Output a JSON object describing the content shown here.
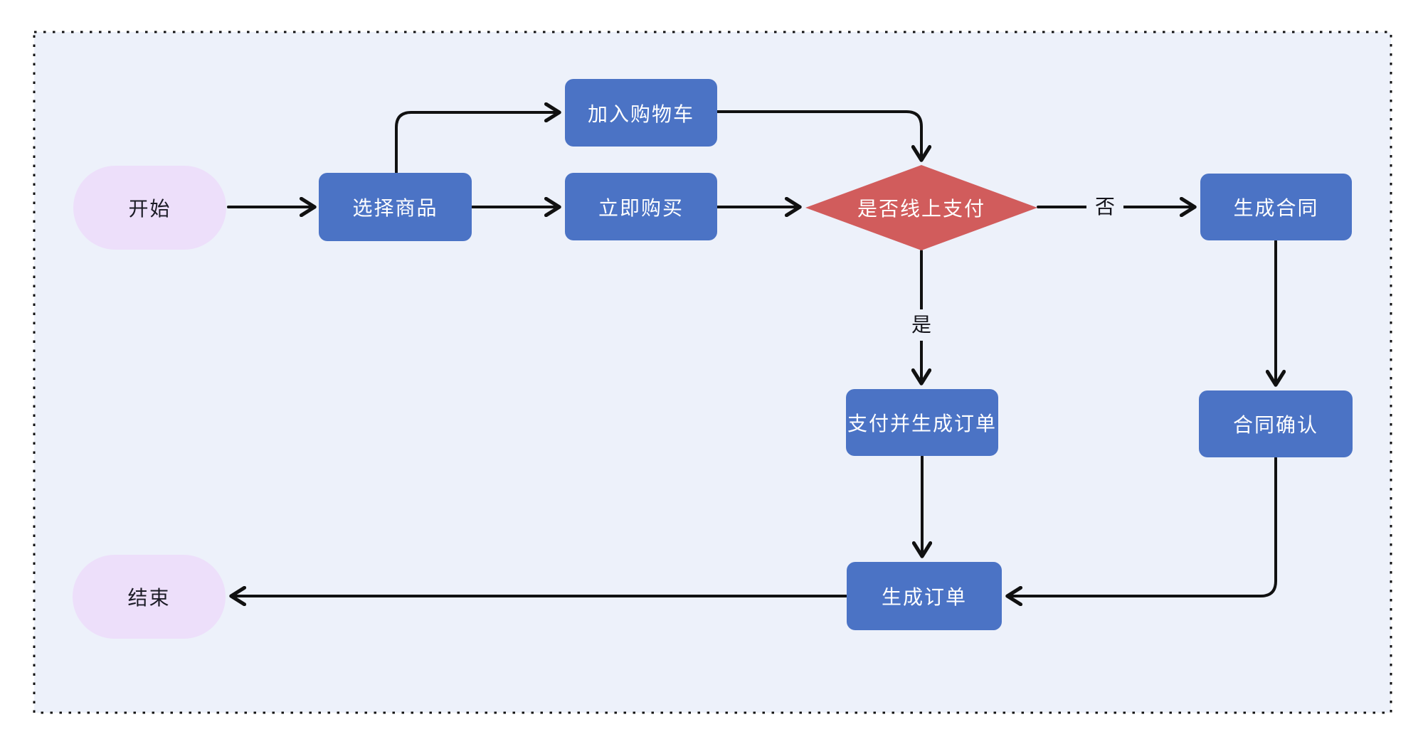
{
  "canvas": {
    "background": "#edf1fa",
    "border_color": "#111111",
    "border_style": "dotted"
  },
  "colors": {
    "process_fill": "#4b73c5",
    "process_text": "#ffffff",
    "terminal_fill": "#eddffa",
    "terminal_text": "#1c1c26",
    "decision_fill": "#d15c5c",
    "decision_text": "#ffffff",
    "connector": "#111111"
  },
  "nodes": [
    {
      "id": "start",
      "type": "terminal",
      "label": "开始"
    },
    {
      "id": "select-product",
      "type": "process",
      "label": "选择商品"
    },
    {
      "id": "add-to-cart",
      "type": "process",
      "label": "加入购物车"
    },
    {
      "id": "buy-now",
      "type": "process",
      "label": "立即购买"
    },
    {
      "id": "online-payment",
      "type": "decision",
      "label": "是否线上支付"
    },
    {
      "id": "generate-contract",
      "type": "process",
      "label": "生成合同"
    },
    {
      "id": "pay-and-generate-order",
      "type": "process",
      "label": "支付并生成订单"
    },
    {
      "id": "contract-confirm",
      "type": "process",
      "label": "合同确认"
    },
    {
      "id": "generate-order",
      "type": "process",
      "label": "生成订单"
    },
    {
      "id": "end",
      "type": "terminal",
      "label": "结束"
    }
  ],
  "edges": [
    {
      "from": "start",
      "to": "select-product",
      "label": ""
    },
    {
      "from": "select-product",
      "to": "add-to-cart",
      "label": ""
    },
    {
      "from": "select-product",
      "to": "buy-now",
      "label": ""
    },
    {
      "from": "add-to-cart",
      "to": "online-payment",
      "label": ""
    },
    {
      "from": "buy-now",
      "to": "online-payment",
      "label": ""
    },
    {
      "from": "online-payment",
      "to": "generate-contract",
      "label": "否"
    },
    {
      "from": "online-payment",
      "to": "pay-and-generate-order",
      "label": "是"
    },
    {
      "from": "generate-contract",
      "to": "contract-confirm",
      "label": ""
    },
    {
      "from": "pay-and-generate-order",
      "to": "generate-order",
      "label": ""
    },
    {
      "from": "contract-confirm",
      "to": "generate-order",
      "label": ""
    },
    {
      "from": "generate-order",
      "to": "end",
      "label": ""
    }
  ]
}
